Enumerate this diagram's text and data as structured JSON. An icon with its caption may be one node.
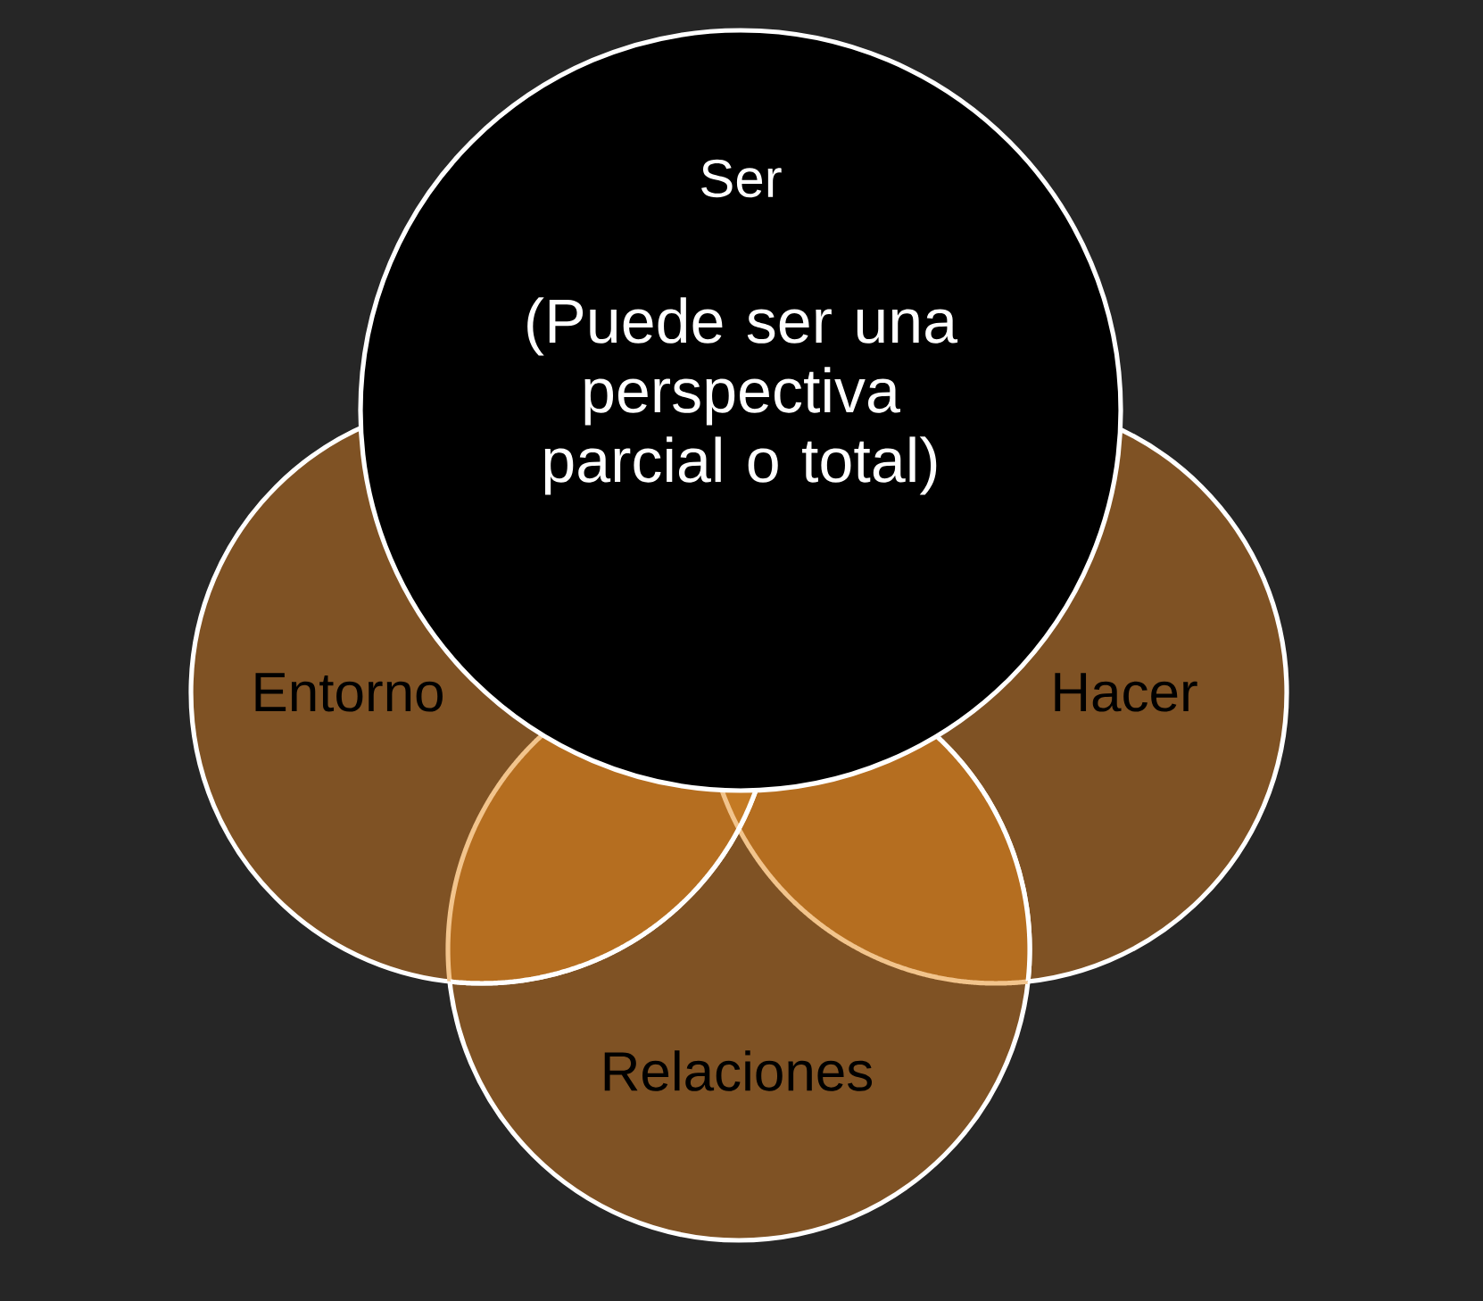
{
  "diagram": {
    "nodes": [
      {
        "text": [
          "Ser",
          "(Puede ser una perspectiva parcial o total)"
        ]
      },
      {
        "text": [
          "Entorno"
        ]
      },
      {
        "text": [
          "Hacer"
        ]
      },
      {
        "text": [
          "Relaciones"
        ]
      }
    ]
  }
}
